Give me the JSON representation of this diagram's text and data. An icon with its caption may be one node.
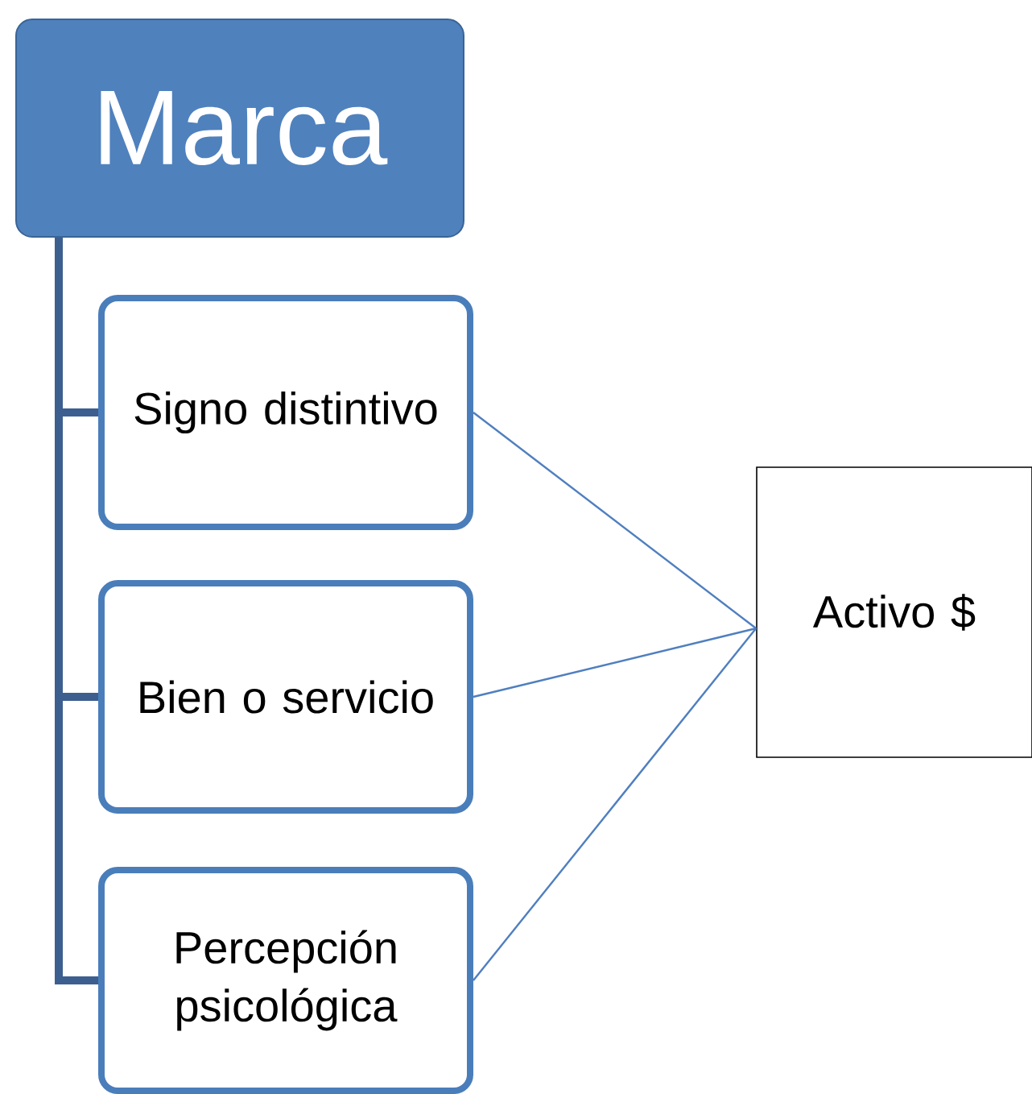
{
  "diagram": {
    "nodes": [
      {
        "text": [
          "Marca"
        ]
      },
      {
        "text": [
          "Signo distintivo"
        ]
      },
      {
        "text": [
          "Bien o servicio"
        ]
      },
      {
        "text": [
          "Percepción psicológica"
        ]
      },
      {
        "text": [
          "Activo $"
        ]
      }
    ],
    "edges": [
      {
        "from": 0,
        "to": 1,
        "arrow": "none",
        "style": "thick",
        "color": "#3d5f8f"
      },
      {
        "from": 0,
        "to": 2,
        "arrow": "none",
        "style": "thick",
        "color": "#3d5f8f"
      },
      {
        "from": 0,
        "to": 3,
        "arrow": "none",
        "style": "thick",
        "color": "#3d5f8f"
      },
      {
        "from": 1,
        "to": 4,
        "arrow": "none"
      },
      {
        "from": 2,
        "to": 4,
        "arrow": "none"
      },
      {
        "from": 3,
        "to": 4,
        "arrow": "none"
      }
    ]
  }
}
